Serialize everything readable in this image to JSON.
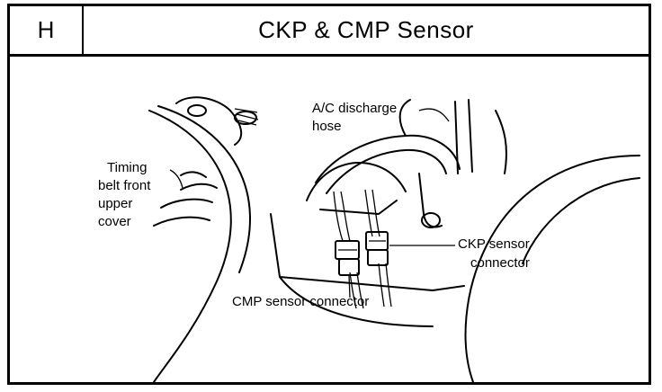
{
  "header": {
    "section_code": "H",
    "title": "CKP & CMP Sensor"
  },
  "labels": {
    "ac_hose_line1": "A/C discharge",
    "ac_hose_line2": "hose",
    "timing_line1": "Timing",
    "timing_line2": "belt front",
    "timing_line3": "upper",
    "timing_line4": "cover",
    "ckp_line1": "CKP sensor",
    "ckp_line2": "connector",
    "cmp": "CMP sensor connector"
  }
}
